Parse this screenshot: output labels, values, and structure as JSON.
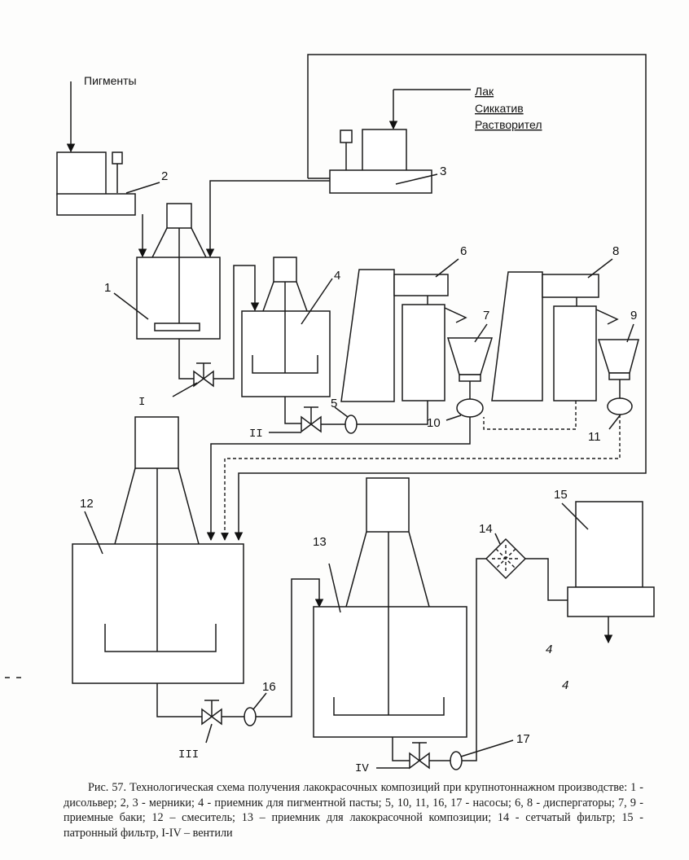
{
  "inputs": {
    "pigments": "Пигменты",
    "lak": "Лак",
    "sikkativ": "Сиккатив",
    "rastvoritel": "Растворител"
  },
  "labels": {
    "n1": "1",
    "n2": "2",
    "n3": "3",
    "n4": "4",
    "n5": "5",
    "n6": "6",
    "n7": "7",
    "n8": "8",
    "n9": "9",
    "n10": "10",
    "n11": "11",
    "n12": "12",
    "n13": "13",
    "n14": "14",
    "n15": "15",
    "n16": "16",
    "n17": "17",
    "vI": "I",
    "vII": "II",
    "vIII": "III",
    "vIV": "IV"
  },
  "stray": {
    "a": "4",
    "b": "4"
  },
  "caption": "Рис. 57. Технологическая схема получения лакокрасочных композиций при крупнотоннажном производстве: 1 - дисольвер; 2, 3 -  мерники; 4 - приемник для пигментной пасты; 5, 10, 11, 16, 17 -  насосы; 6, 8 - диспергаторы; 7, 9 - приемные баки; 12 – смеситель; 13 – приемник для лакокрасочной композиции; 14 - сетчатый фильтр; 15 - патронный фильтр, I-IV – вентили"
}
